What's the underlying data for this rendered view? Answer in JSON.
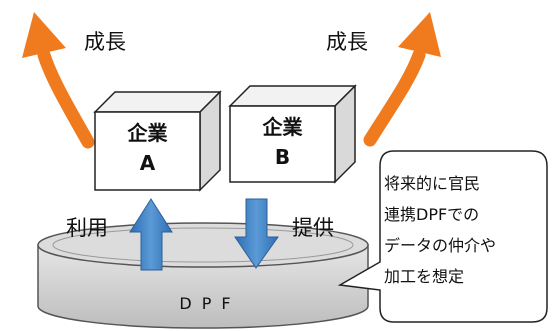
{
  "labels": {
    "growth_left": "成長",
    "growth_right": "成長",
    "use": "利用",
    "provide": "提供"
  },
  "company_a": {
    "line1": "企業",
    "line2": "A"
  },
  "company_b": {
    "line1": "企業",
    "line2": "B"
  },
  "platform": {
    "label": "DPF"
  },
  "callout": {
    "lines": [
      "将来的に官民",
      "連携DPFでの",
      "データの仲介や",
      "加工を想定"
    ]
  },
  "colors": {
    "growth_arrow": "#f07b1f",
    "data_arrow": "#3a7cc1",
    "cube_fill": "#ffffff",
    "disc_fill": "#d6d6d6"
  }
}
